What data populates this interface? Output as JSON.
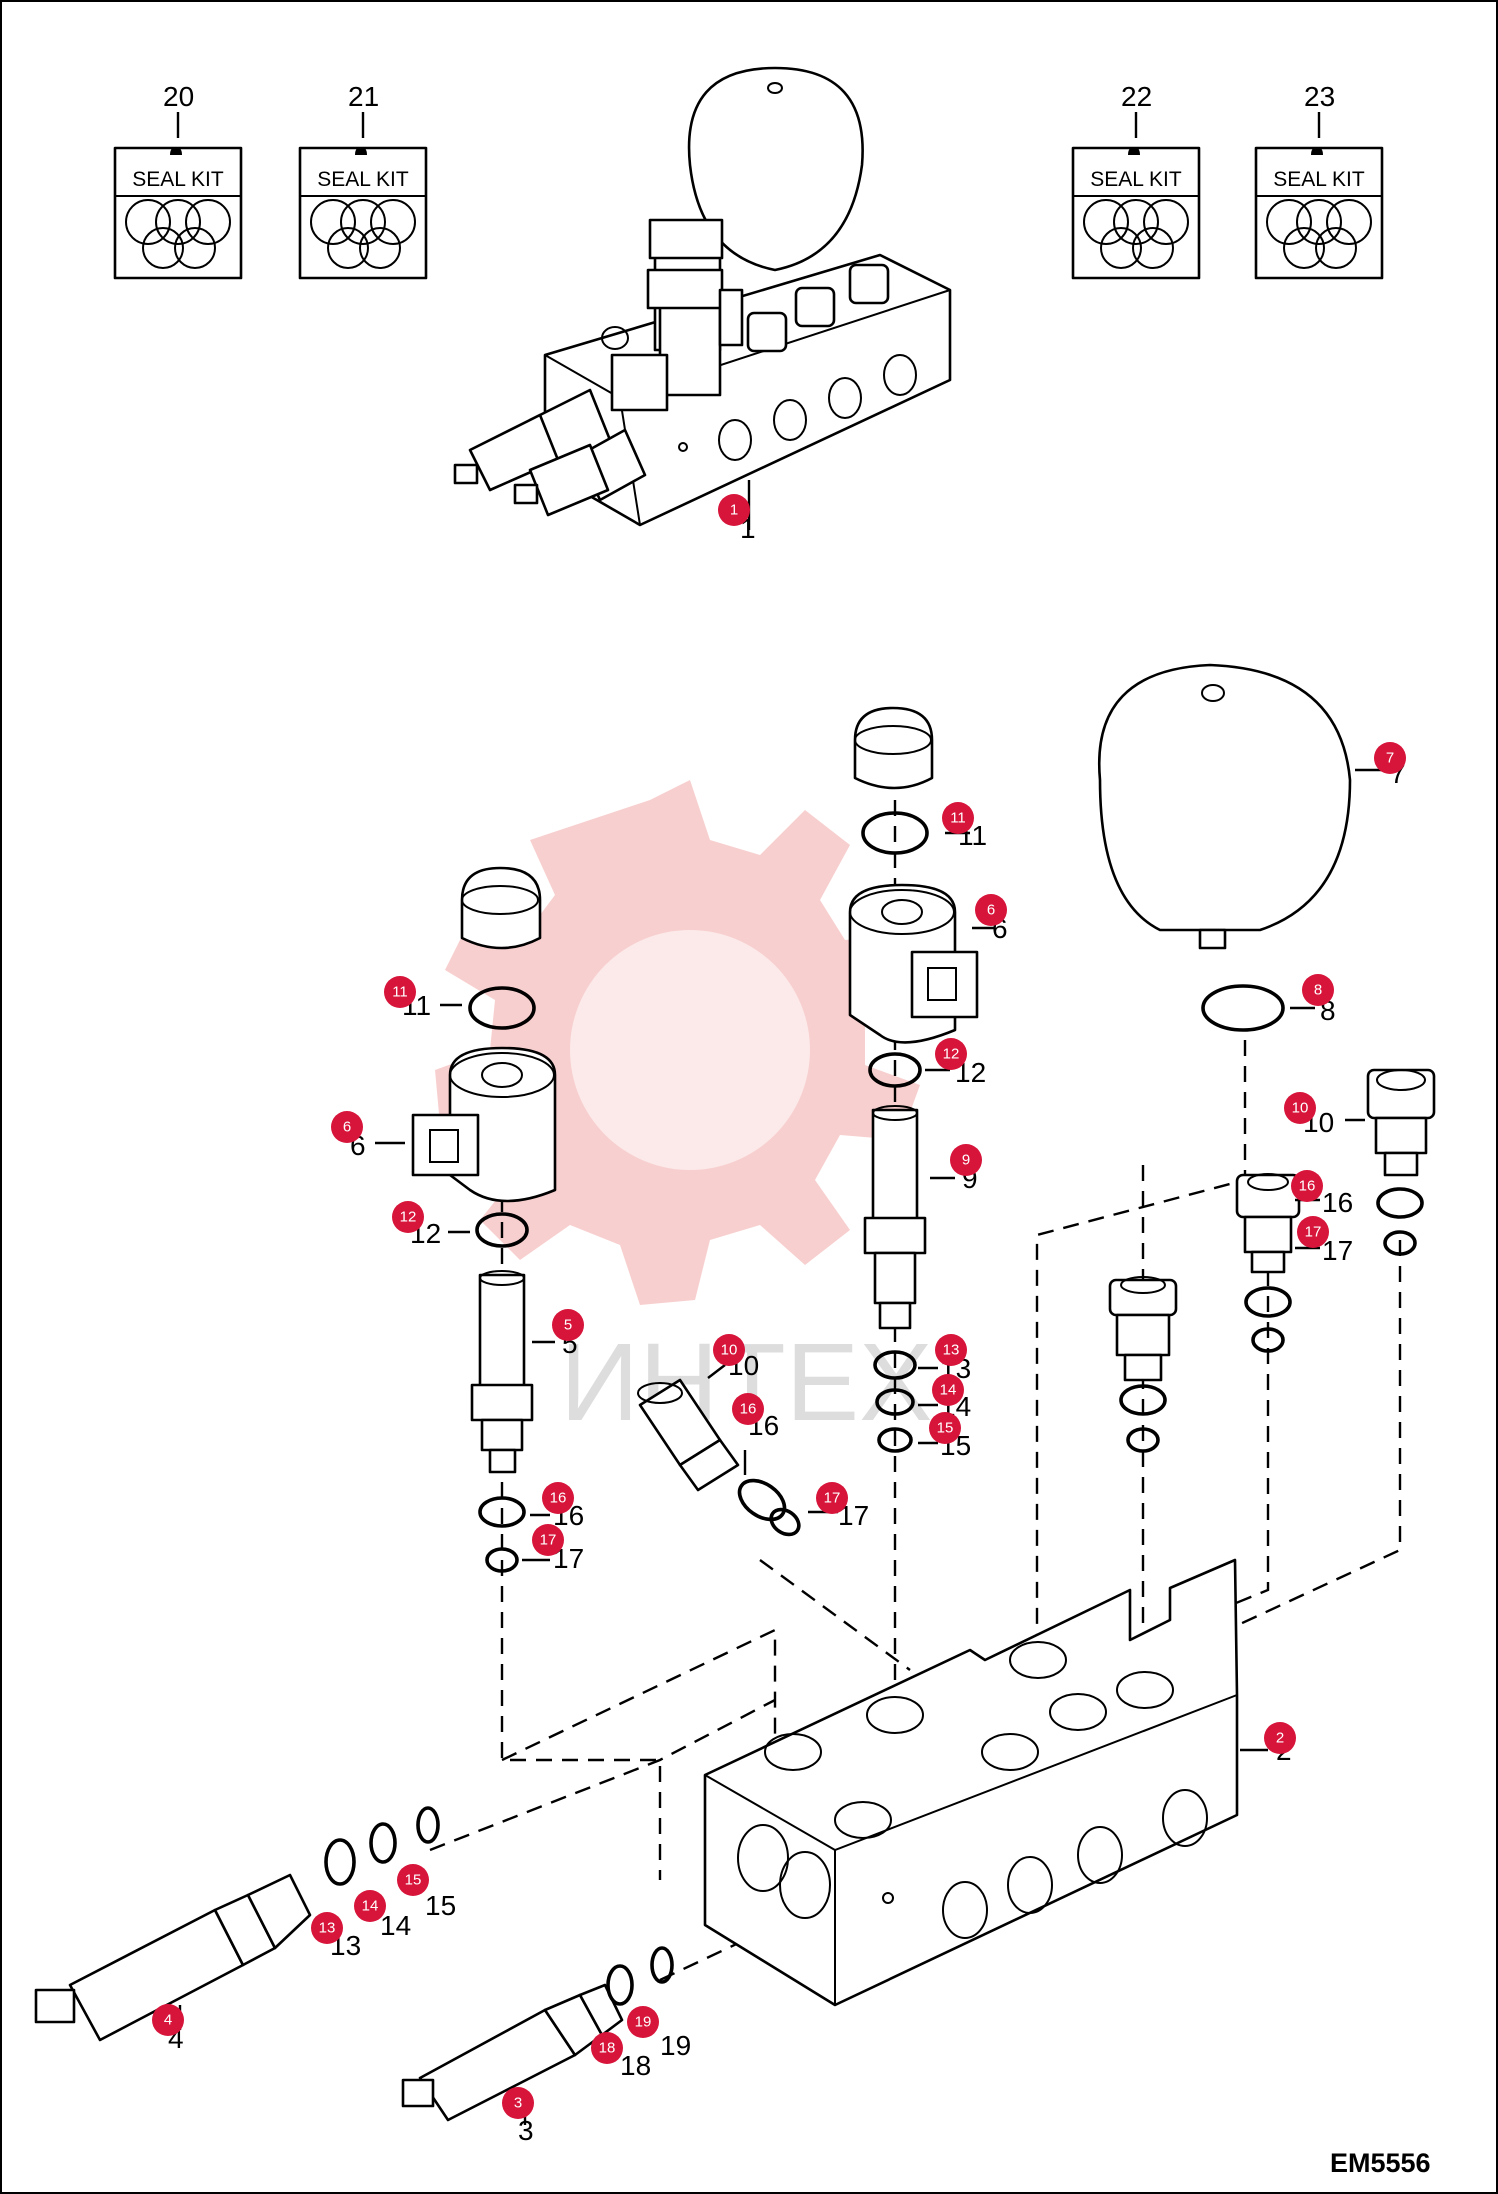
{
  "drawing_code": "EM5556",
  "kit_label": "SEAL KIT",
  "watermark_text": "ИНТЕХ",
  "colors": {
    "badge": "#d7143a",
    "watermark": "#f3a8a8",
    "line": "#000000"
  },
  "seal_kits": [
    {
      "number": "20"
    },
    {
      "number": "21"
    },
    {
      "number": "22"
    },
    {
      "number": "23"
    }
  ],
  "callouts": [
    {
      "badge": "1",
      "label": "1"
    },
    {
      "badge": "2",
      "label": "2"
    },
    {
      "badge": "3",
      "label": "3"
    },
    {
      "badge": "4",
      "label": "4"
    },
    {
      "badge": "5",
      "label": "5"
    },
    {
      "badge": "6",
      "label": "6"
    },
    {
      "badge": "6",
      "label": "6"
    },
    {
      "badge": "7",
      "label": "7"
    },
    {
      "badge": "8",
      "label": "8"
    },
    {
      "badge": "9",
      "label": "9"
    },
    {
      "badge": "10",
      "label": "10"
    },
    {
      "badge": "10",
      "label": "10"
    },
    {
      "badge": "11",
      "label": "11"
    },
    {
      "badge": "11",
      "label": "11"
    },
    {
      "badge": "12",
      "label": "12"
    },
    {
      "badge": "12",
      "label": "12"
    },
    {
      "badge": "13",
      "label": "13"
    },
    {
      "badge": "13",
      "label": "13"
    },
    {
      "badge": "14",
      "label": "14"
    },
    {
      "badge": "14",
      "label": "14"
    },
    {
      "badge": "15",
      "label": "15"
    },
    {
      "badge": "15",
      "label": "15"
    },
    {
      "badge": "16",
      "label": "16"
    },
    {
      "badge": "16",
      "label": "16"
    },
    {
      "badge": "16",
      "label": "16"
    },
    {
      "badge": "17",
      "label": "17"
    },
    {
      "badge": "17",
      "label": "17"
    },
    {
      "badge": "17",
      "label": "17"
    },
    {
      "badge": "18",
      "label": "18"
    },
    {
      "badge": "19",
      "label": "19"
    }
  ]
}
